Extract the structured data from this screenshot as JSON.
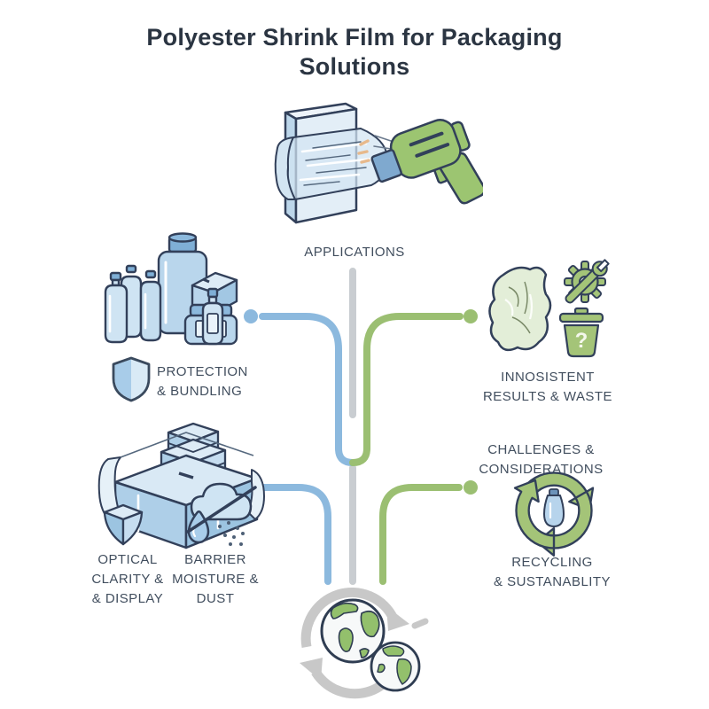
{
  "title": "Polyester Shrink Film for Packaging Solutions",
  "center": {
    "label": "APPLICATIONS"
  },
  "branches": {
    "protection": {
      "label": "PROTECTION\n& BUNDLING"
    },
    "inconsistent": {
      "label": "INNOSISTENT\nRESULTS & WASTE"
    },
    "challenges": {
      "label": "CHALLENGES &\nCONSIDERATIONS"
    },
    "optical": {
      "label": "OPTICAL\nCLARITY &\n& DISPLAY"
    },
    "barrier": {
      "label": "BARRIER\nMOISTURE & DUST"
    },
    "recycling": {
      "label": "RECYCLING\n& SUSTANABLITY"
    }
  },
  "icons": {
    "trash_question_mark": "?",
    "names": [
      "heat-gun",
      "shrink-wrapped-box",
      "product-bottles",
      "shield",
      "crumpled-film",
      "gear-wrench",
      "trash-can",
      "wrapped-boxes",
      "cloud-moisture",
      "water-droplet",
      "recycling-arrows",
      "plastic-bottle",
      "earth-globes",
      "cycle-arrows"
    ]
  },
  "colors": {
    "ink": "#32405a",
    "label_text": "#414e5e",
    "title_text": "#2b3542",
    "blue_connector": "#8cb9de",
    "green_connector": "#9bbf72",
    "gray_connector": "#c9cdd1",
    "blue_light": "#cfe4f3",
    "blue_mid": "#aecfe8",
    "green_fill": "#a4c478",
    "green_light": "#e3eed8"
  }
}
